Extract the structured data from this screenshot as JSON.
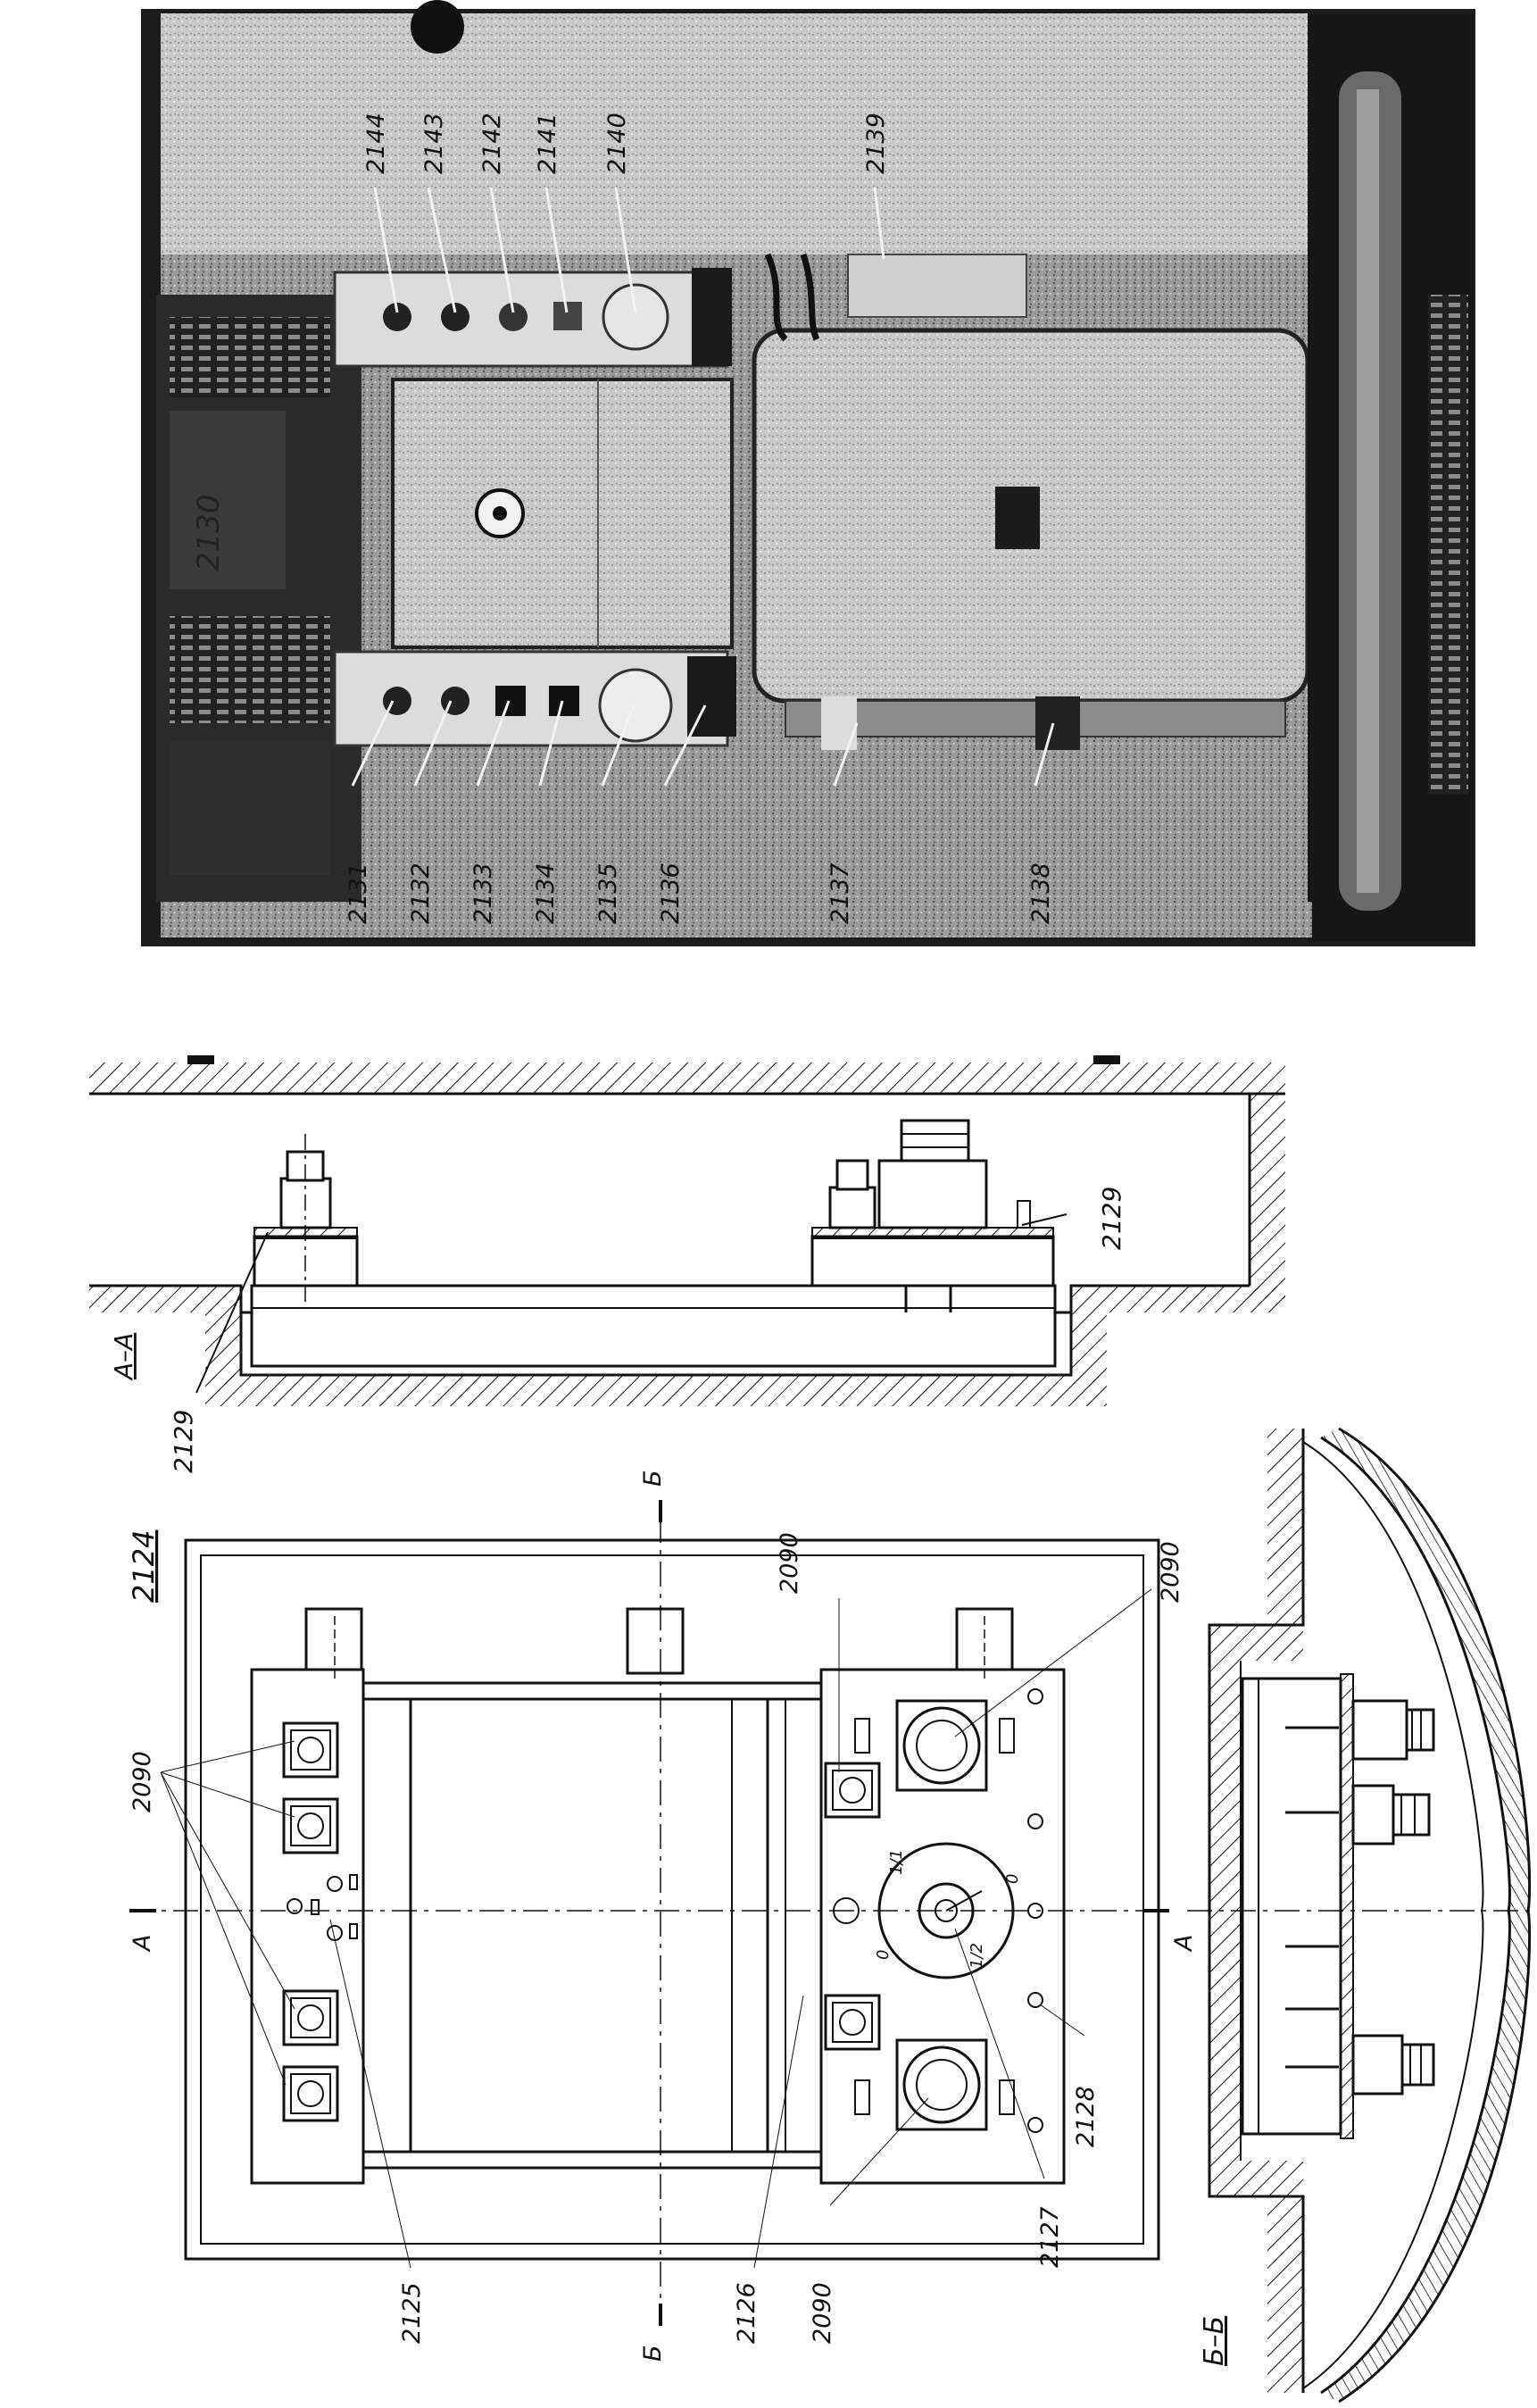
{
  "figure_labels": {
    "photo": {
      "callouts_left": [
        "2131",
        "2132",
        "2133",
        "2134",
        "2135",
        "2136",
        "2137",
        "2138"
      ],
      "callouts_top": [
        "2144",
        "2143",
        "2142",
        "2141",
        "2140",
        "2139"
      ],
      "box_mark": "2130"
    },
    "section_a": {
      "title": "А–А",
      "callout_bottom": "2129",
      "callout_right": "2129"
    },
    "main_view": {
      "title": "2124",
      "section_mark_a": "А",
      "section_mark_b": "Б",
      "callouts": [
        "2090",
        "2090",
        "2090",
        "2090",
        "2125",
        "2126",
        "2127",
        "2128"
      ],
      "dial_marks": [
        "1/1",
        "0",
        "1/2",
        "0"
      ]
    },
    "section_b": {
      "title": "Б–Б"
    }
  },
  "colors": {
    "ink": "#111111",
    "paper": "#ffffff",
    "photo_dark": "#1a1a1a",
    "photo_mid": "#7a7a7a",
    "photo_light": "#cfcfcf"
  }
}
